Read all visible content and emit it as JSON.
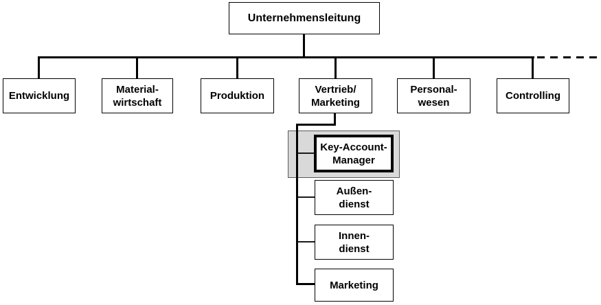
{
  "org_chart": {
    "root": {
      "label": "Unternehmensleitung"
    },
    "departments": [
      {
        "lines": [
          "Entwicklung"
        ]
      },
      {
        "lines": [
          "Material-",
          "wirtschaft"
        ]
      },
      {
        "lines": [
          "Produktion"
        ]
      },
      {
        "lines": [
          "Vertrieb/",
          "Marketing"
        ]
      },
      {
        "lines": [
          "Personal-",
          "wesen"
        ]
      },
      {
        "lines": [
          "Controlling"
        ]
      }
    ],
    "vertrieb_marketing_children": [
      {
        "lines": [
          "Key-Account-",
          "Manager"
        ],
        "emphasized": true
      },
      {
        "lines": [
          "Außen-",
          "dienst"
        ]
      },
      {
        "lines": [
          "Innen-",
          "dienst"
        ]
      },
      {
        "lines": [
          "Marketing"
        ]
      }
    ],
    "colors": {
      "line": "#000000",
      "box_border": "#000000",
      "box_background": "#ffffff",
      "highlight_background": "#d9d9d9",
      "highlight_border": "#595959"
    },
    "notes": {
      "dashed_continuation": "dashed line continues right from the horizontal bus"
    }
  }
}
